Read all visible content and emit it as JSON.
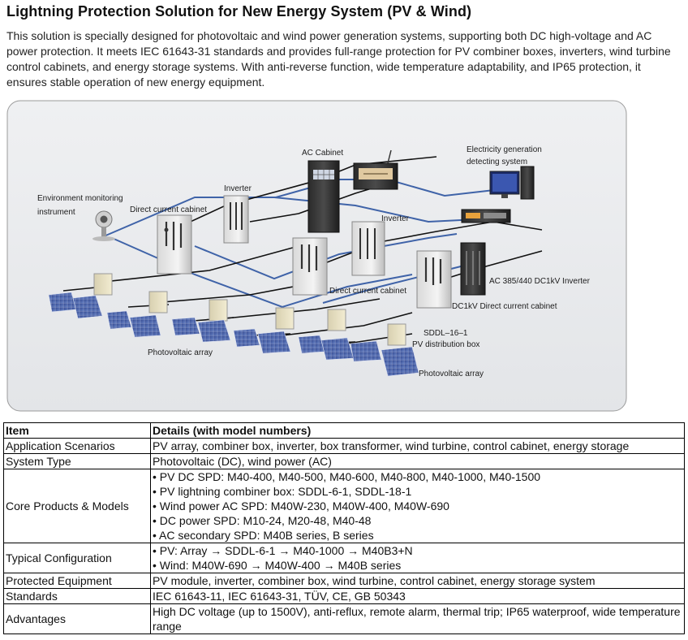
{
  "title": "Lightning Protection Solution for New Energy System (PV & Wind)",
  "intro": "This solution is specially designed for photovoltaic and wind power generation systems, supporting both DC high-voltage and AC power protection. It meets IEC 61643-31 standards and provides full-range protection for PV combiner boxes, inverters, wind turbine control cabinets, and energy storage systems. With anti-reverse function, wide temperature adaptability, and IP65 protection, it ensures stable operation of new energy equipment.",
  "diagram": {
    "labels": {
      "ac_cabinet": "AC Cabinet",
      "egds_line1": "Electricity generation",
      "egds_line2": "detecting system",
      "inverter_top": "Inverter",
      "inverter_mid": "Inverter",
      "env_line1": "Environment monitoring",
      "env_line2": "instrument",
      "dc_cabinet_left": "Direct current cabinet",
      "dc_cabinet_mid": "Direct current cabinet",
      "ac_inverter": "AC 385/440  DC1kV Inverter",
      "dc1kv_cabinet": "DC1kV  Direct current cabinet",
      "sddl_model": "SDDL–16–1",
      "pv_box": "PV distribution box",
      "pv_array_left": "Photovoltaic array",
      "pv_array_right": "Photovoltaic array"
    }
  },
  "table": {
    "header": {
      "item": "Item",
      "details": "Details (with model numbers)"
    },
    "rows": {
      "application": {
        "item": "Application Scenarios",
        "details": "PV array, combiner box, inverter, box transformer, wind turbine, control cabinet, energy storage"
      },
      "system_type": {
        "item": "System Type",
        "details": "Photovoltaic (DC), wind power (AC)"
      },
      "core_products": {
        "item": "Core Products & Models",
        "lines": [
          "• PV DC SPD: M40-400, M40-500, M40-600, M40-800, M40-1000, M40-1500",
          "• PV lightning combiner box: SDDL-6-1, SDDL-18-1",
          "• Wind power AC SPD: M40W-230, M40W-400, M40W-690",
          "• DC power SPD: M10-24, M20-48, M40-48",
          "• AC secondary SPD: M40B series, B series"
        ]
      },
      "typical_config": {
        "item": "Typical Configuration",
        "lines": [
          "• PV: Array → SDDL-6-1 → M40-1000 → M40B3+N",
          "• Wind: M40W-690 → M40W-400 → M40B series"
        ]
      },
      "protected": {
        "item": "Protected Equipment",
        "details": "PV module, inverter, combiner box, wind turbine, control cabinet, energy storage system"
      },
      "standards": {
        "item": "Standards",
        "details": "IEC 61643-11, IEC 61643-31, TÜV, CE, GB 50343"
      },
      "advantages": {
        "item": "Advantages",
        "details": "High DC voltage (up to 1500V), anti-reflux, remote alarm, thermal trip; IP65 waterproof, wide temperature range"
      }
    }
  }
}
